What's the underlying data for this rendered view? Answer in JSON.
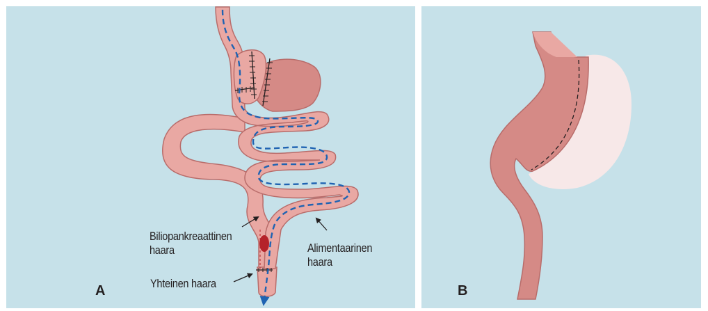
{
  "panels": [
    {
      "letter": "A",
      "labels": {
        "biliopancreatic": "Biliopankreaattinen",
        "biliopancreatic_2": "haara",
        "alimentary": "Alimentaarinen",
        "alimentary_2": "haara",
        "common": "Yhteinen haara"
      }
    },
    {
      "letter": "B"
    }
  ],
  "colors": {
    "background": "#c6e1e9",
    "intestine_fill": "#e9a8a3",
    "intestine_outline": "#b86c6a",
    "stomach_fill": "#d58a86",
    "food_path": "#1f63b2",
    "bolus": "#b5232a",
    "removed_stomach": "#f7e8e8"
  },
  "icons": [
    "arrow-icon",
    "dashed-route-arrow-icon",
    "staple-line-icon"
  ]
}
